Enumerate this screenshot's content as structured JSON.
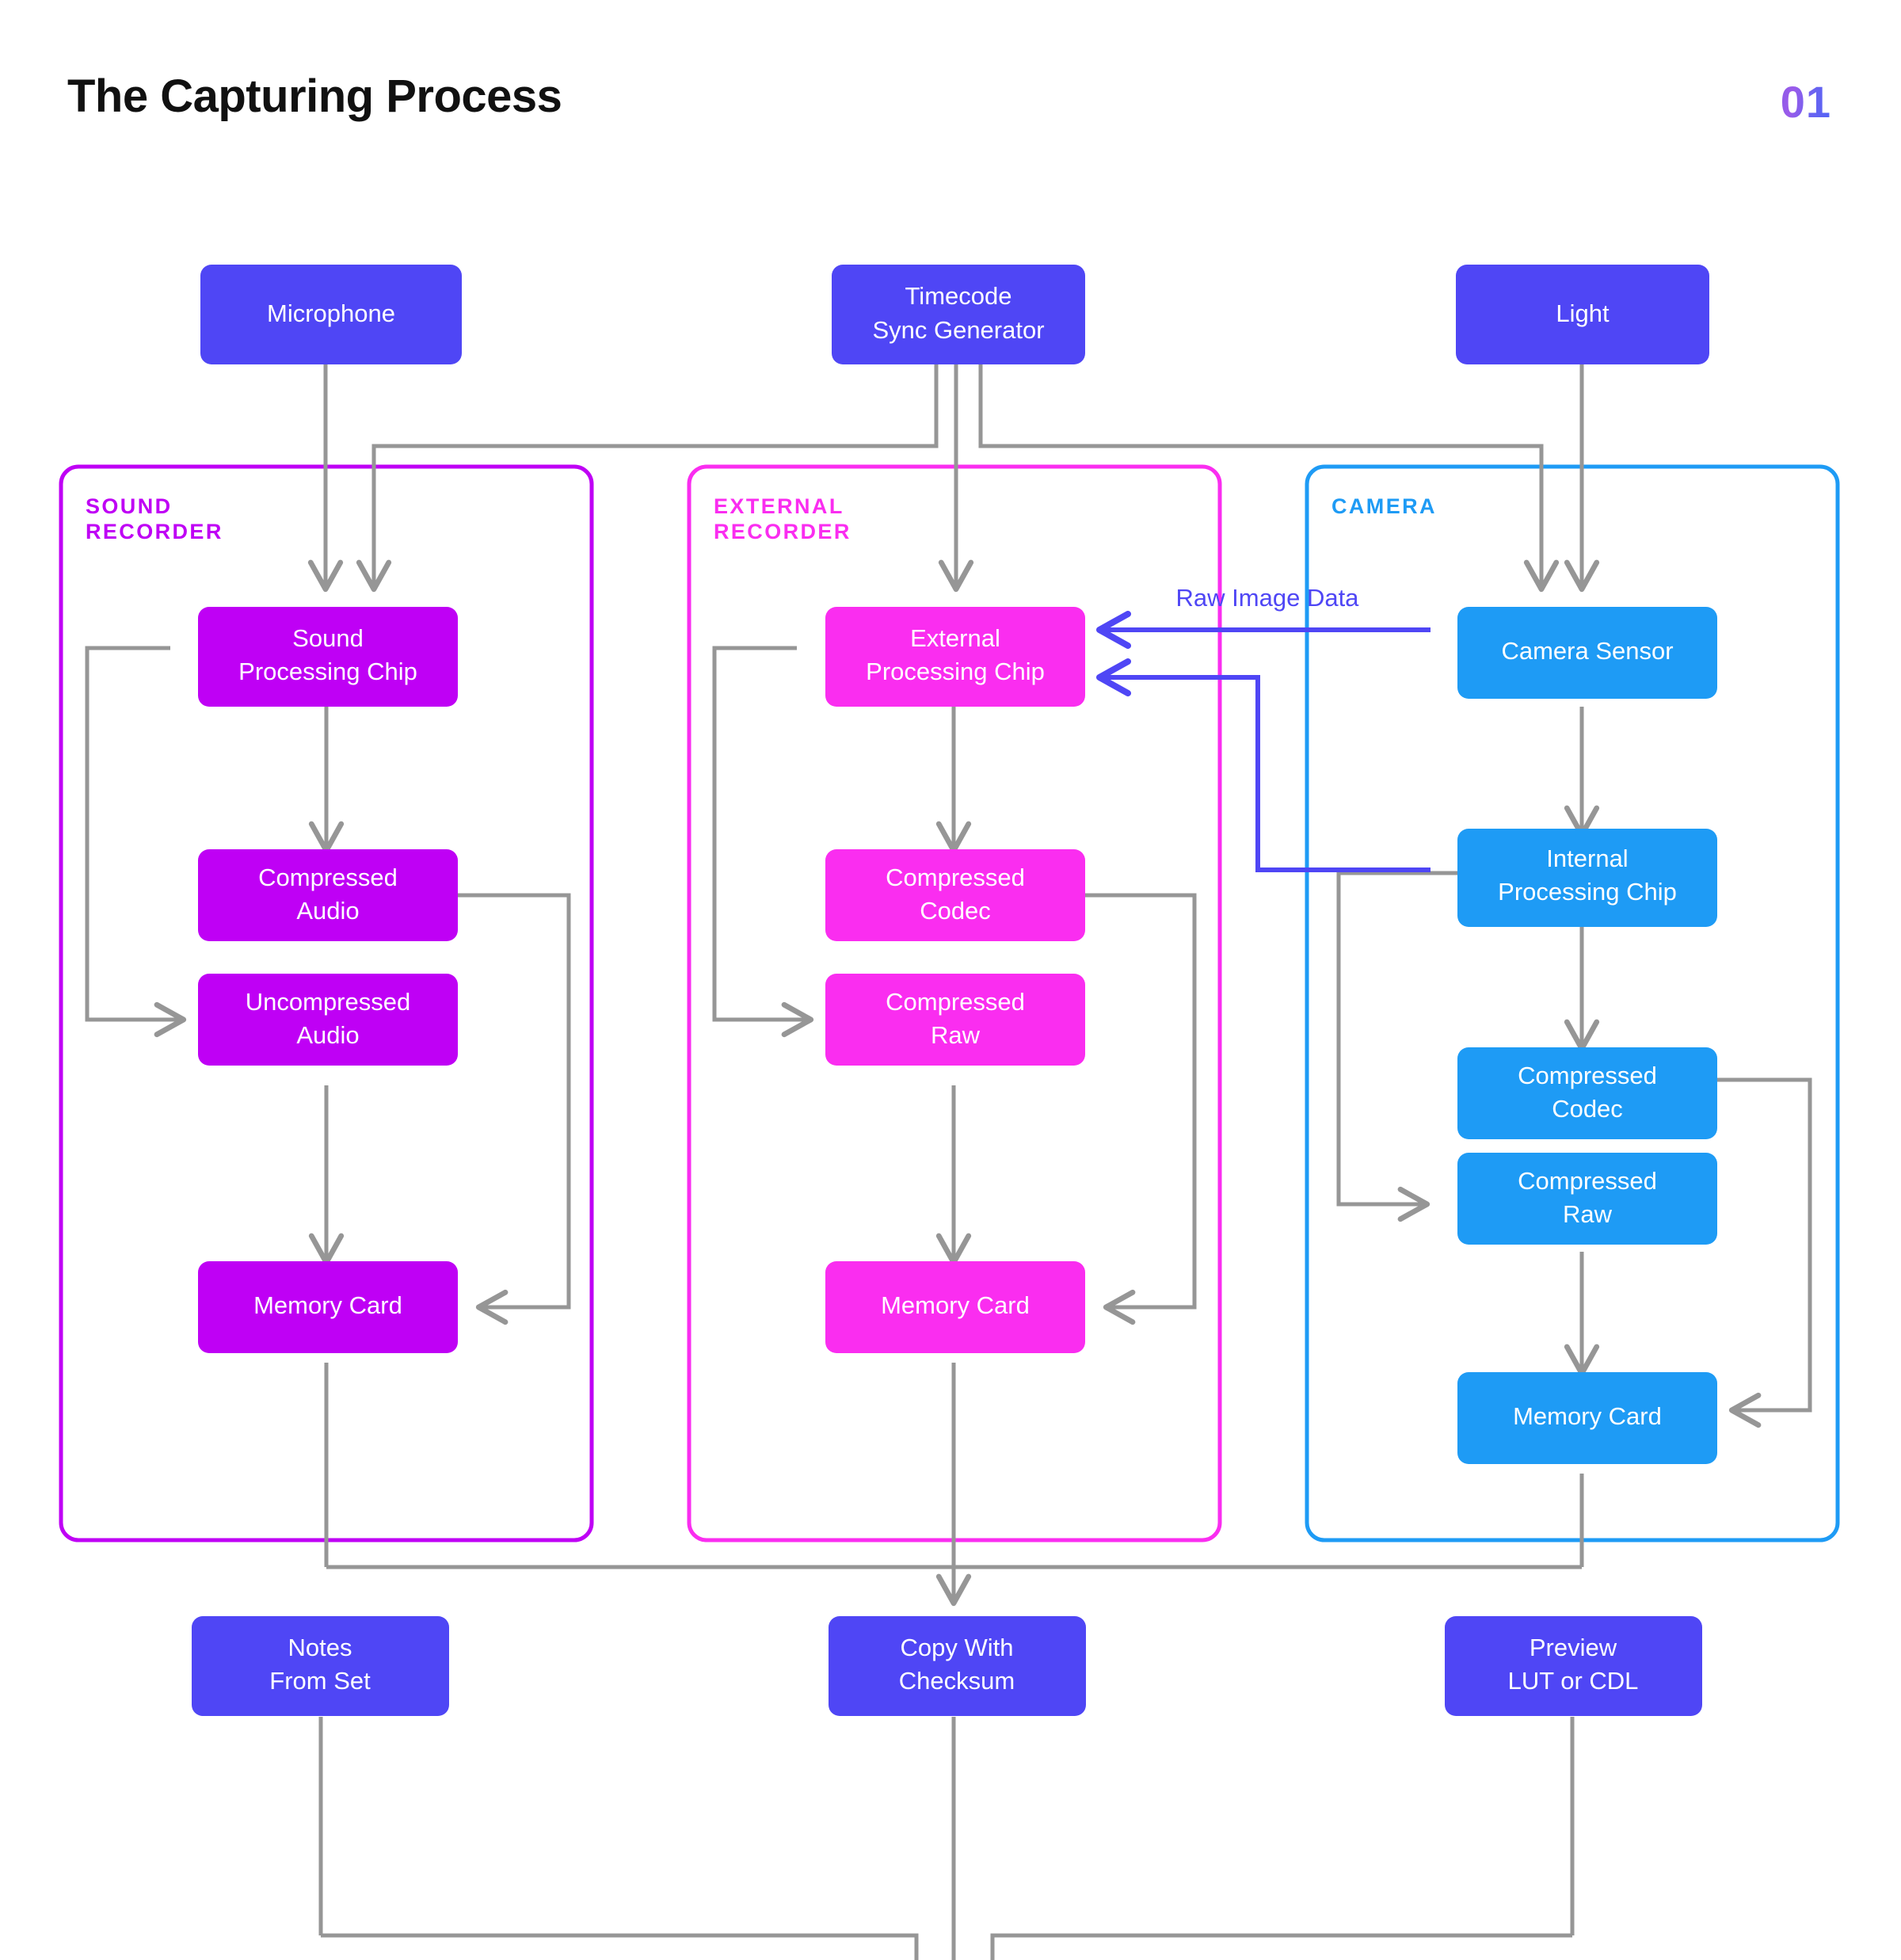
{
  "header": {
    "title": "The Capturing Process",
    "step_badge": "01"
  },
  "colors": {
    "indigo": "#4F46F5",
    "sound_purple": "#BF00F5",
    "external_pink": "#FA2DF0",
    "camera_blue": "#1E9BF5",
    "connector_gray": "#969696",
    "raw_link": "#4F46F5",
    "text_dark": "#111111"
  },
  "groups": [
    {
      "id": "sound",
      "label_line1": "SOUND",
      "label_line2": "RECORDER",
      "color": "#BF00F5"
    },
    {
      "id": "external",
      "label_line1": "EXTERNAL",
      "label_line2": "RECORDER",
      "color": "#FA2DF0"
    },
    {
      "id": "camera",
      "label_line1": "CAMERA",
      "label_line2": "",
      "color": "#1E9BF5"
    }
  ],
  "inputs": [
    {
      "id": "microphone",
      "lines": [
        "Microphone"
      ]
    },
    {
      "id": "timecode",
      "lines": [
        "Timecode",
        "Sync Generator"
      ]
    },
    {
      "id": "light",
      "lines": [
        "Light"
      ]
    }
  ],
  "sound_nodes": [
    {
      "id": "sound-processing-chip",
      "lines": [
        "Sound",
        "Processing Chip"
      ]
    },
    {
      "id": "compressed-audio",
      "lines": [
        "Compressed",
        "Audio"
      ]
    },
    {
      "id": "uncompressed-audio",
      "lines": [
        "Uncompressed",
        "Audio"
      ]
    },
    {
      "id": "sound-memory-card",
      "lines": [
        "Memory Card"
      ]
    }
  ],
  "external_nodes": [
    {
      "id": "external-processing-chip",
      "lines": [
        "External",
        "Processing Chip"
      ]
    },
    {
      "id": "external-compressed-codec",
      "lines": [
        "Compressed",
        "Codec"
      ]
    },
    {
      "id": "external-compressed-raw",
      "lines": [
        "Compressed",
        "Raw"
      ]
    },
    {
      "id": "external-memory-card",
      "lines": [
        "Memory Card"
      ]
    }
  ],
  "camera_nodes": [
    {
      "id": "camera-sensor",
      "lines": [
        "Camera Sensor"
      ]
    },
    {
      "id": "internal-processing-chip",
      "lines": [
        "Internal",
        "Processing Chip"
      ]
    },
    {
      "id": "camera-compressed-codec",
      "lines": [
        "Compressed",
        "Codec"
      ]
    },
    {
      "id": "camera-compressed-raw",
      "lines": [
        "Compressed",
        "Raw"
      ]
    },
    {
      "id": "camera-memory-card",
      "lines": [
        "Memory Card"
      ]
    }
  ],
  "edge_labels": [
    {
      "id": "raw-image-data",
      "text": "Raw Image Data"
    }
  ],
  "outputs": [
    {
      "id": "notes-from-set",
      "lines": [
        "Notes",
        "From Set"
      ]
    },
    {
      "id": "copy-checksum",
      "lines": [
        "Copy With",
        "Checksum"
      ]
    },
    {
      "id": "preview-lut-cdl",
      "lines": [
        "Preview",
        "LUT or CDL"
      ]
    }
  ]
}
